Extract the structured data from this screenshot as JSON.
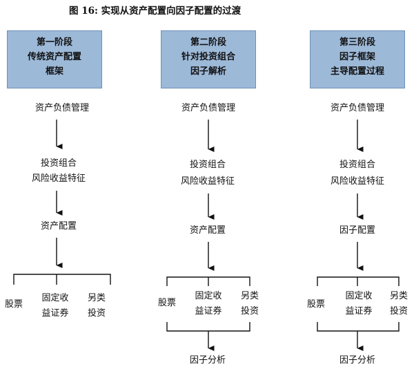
{
  "title": "图 16:  实现从资产配置向因子配置的过渡",
  "columns": [
    {
      "header": [
        "第一阶段",
        "传统资产配置",
        "框架"
      ],
      "steps": [
        "资产负债管理",
        "投资组合",
        "风险收益特征",
        "资产配置"
      ],
      "split": [
        "股票",
        "固定收",
        "益证券",
        "另类",
        "投资"
      ],
      "final": ""
    },
    {
      "header": [
        "第二阶段",
        "针对投资组合",
        "因子解析"
      ],
      "steps": [
        "资产负债管理",
        "投资组合",
        "风险收益特征",
        "资产配置"
      ],
      "split": [
        "股票",
        "固定收",
        "益证券",
        "另类",
        "投资"
      ],
      "final": "因子分析"
    },
    {
      "header": [
        "第三阶段",
        "因子框架",
        "主导配置过程"
      ],
      "steps": [
        "资产负债管理",
        "投资组合",
        "风险收益特征",
        "因子配置"
      ],
      "split": [
        "股票",
        "固定收",
        "益证券",
        "另类",
        "投资"
      ],
      "final": "因子分析"
    }
  ]
}
